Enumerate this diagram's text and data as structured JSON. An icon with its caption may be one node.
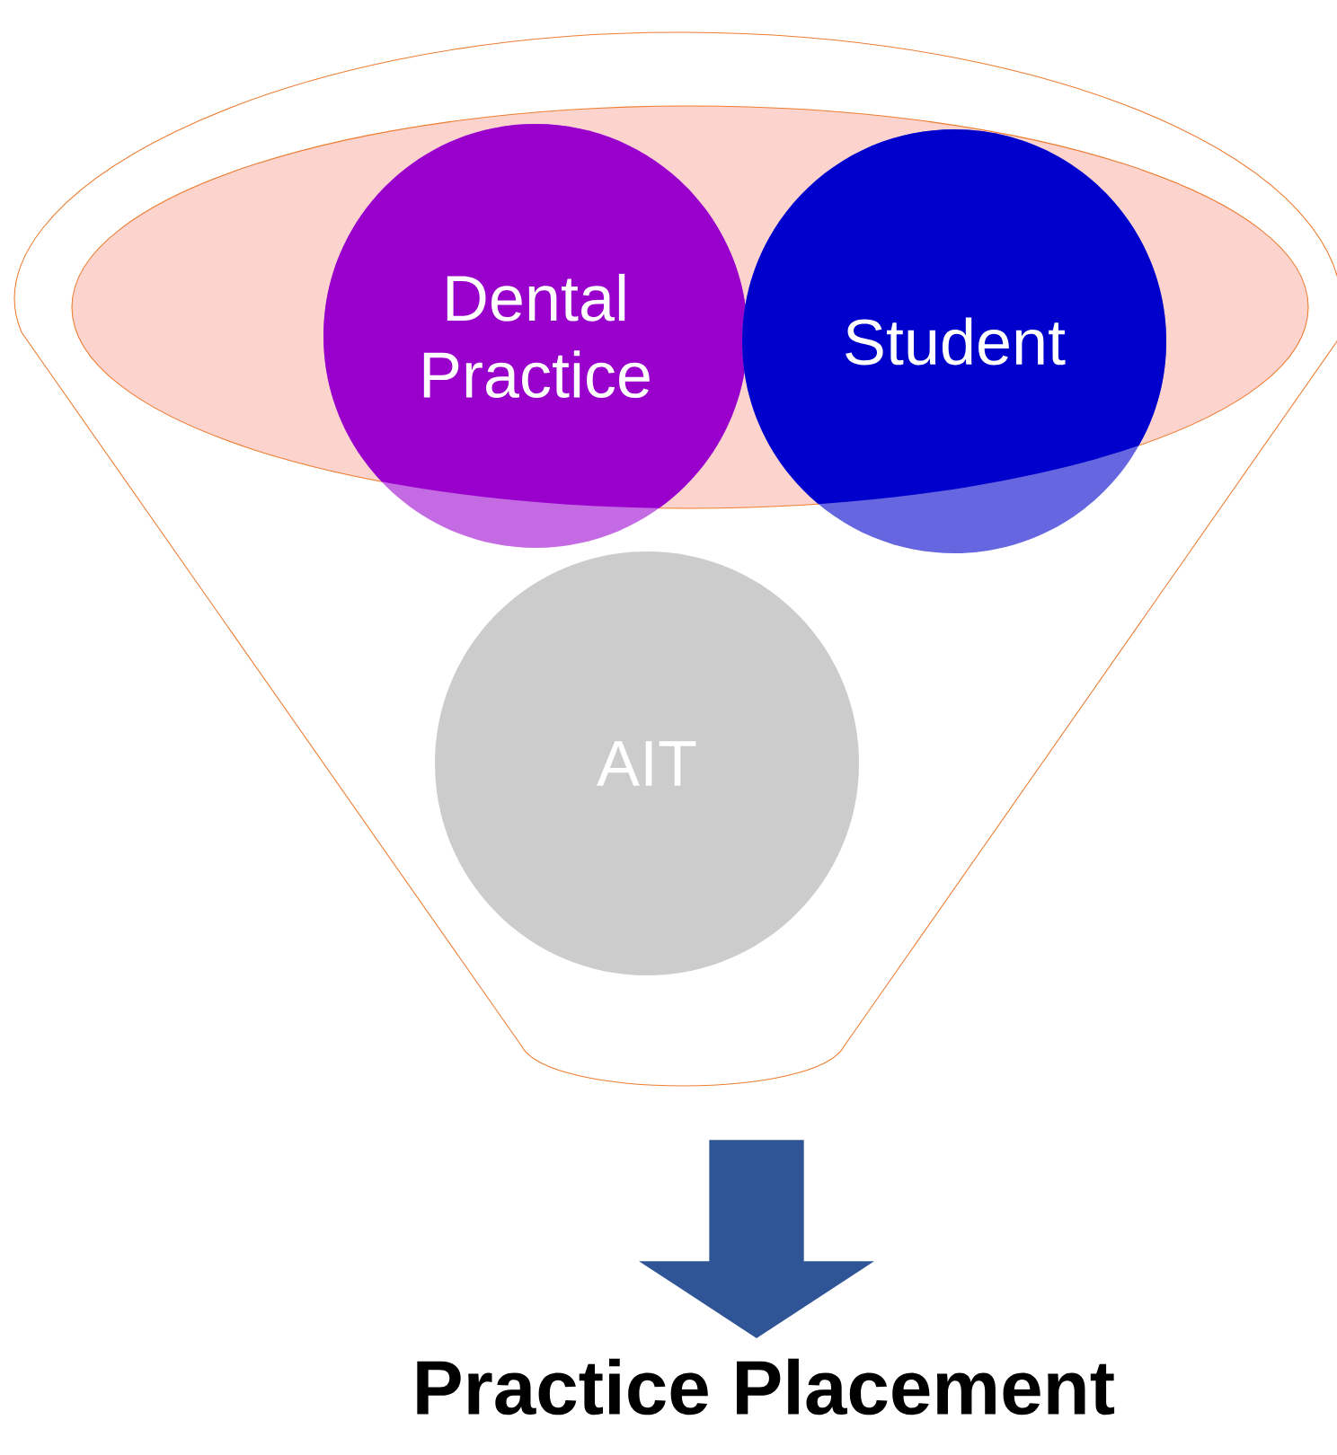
{
  "diagram": {
    "nodes": [
      {
        "text": [],
        "shape": "funnel"
      },
      {
        "text": [
          "Dental Practice"
        ],
        "in": 0
      },
      {
        "text": [
          "Student"
        ],
        "in": 0
      },
      {
        "text": [
          "AIT"
        ],
        "in": 0
      },
      {
        "text": [
          "Practice Placement"
        ]
      }
    ],
    "edges": [
      {
        "from": 0,
        "to": 4,
        "arrow": "to",
        "style": "thick",
        "color": "#2f5597"
      }
    ]
  }
}
